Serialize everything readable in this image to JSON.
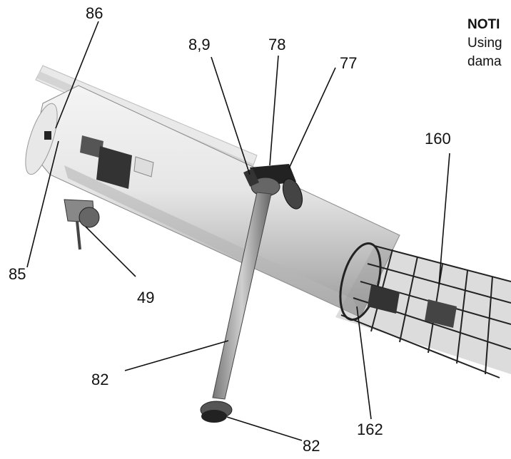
{
  "callouts": {
    "c86": "86",
    "c89": "8,9",
    "c78": "78",
    "c77": "77",
    "c160": "160",
    "c85": "85",
    "c49": "49",
    "c82_shaft": "82",
    "c162": "162",
    "c82_knob": "82"
  },
  "note": {
    "title": "NOTI",
    "line1": "Using",
    "line2": "dama"
  }
}
